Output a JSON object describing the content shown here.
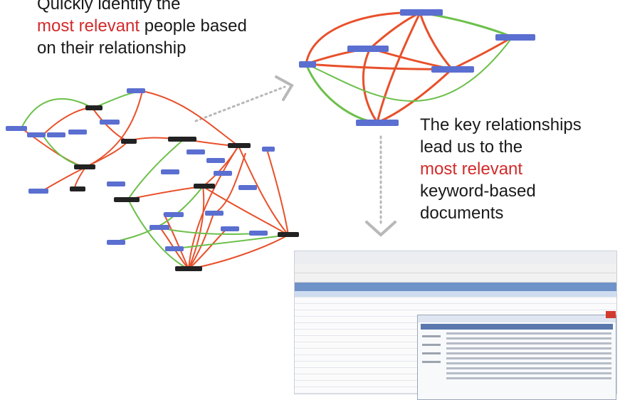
{
  "captions": {
    "top": {
      "line1": "Quickly identify the",
      "highlight": "most relevant",
      "rest": " people based",
      "line3": "on their relationship"
    },
    "right": {
      "line1": "The key relationships",
      "line2": "lead us to the",
      "highlight": "most relevant",
      "line4": "keyword-based",
      "line5": "documents"
    }
  },
  "colors": {
    "highlight": "#d32a2a",
    "edge_strong": "#e8502a",
    "edge_weak": "#6cc04a",
    "node_blue": "#5b6fd0",
    "node_dark": "#222222",
    "arrow": "#b8b8b8"
  }
}
